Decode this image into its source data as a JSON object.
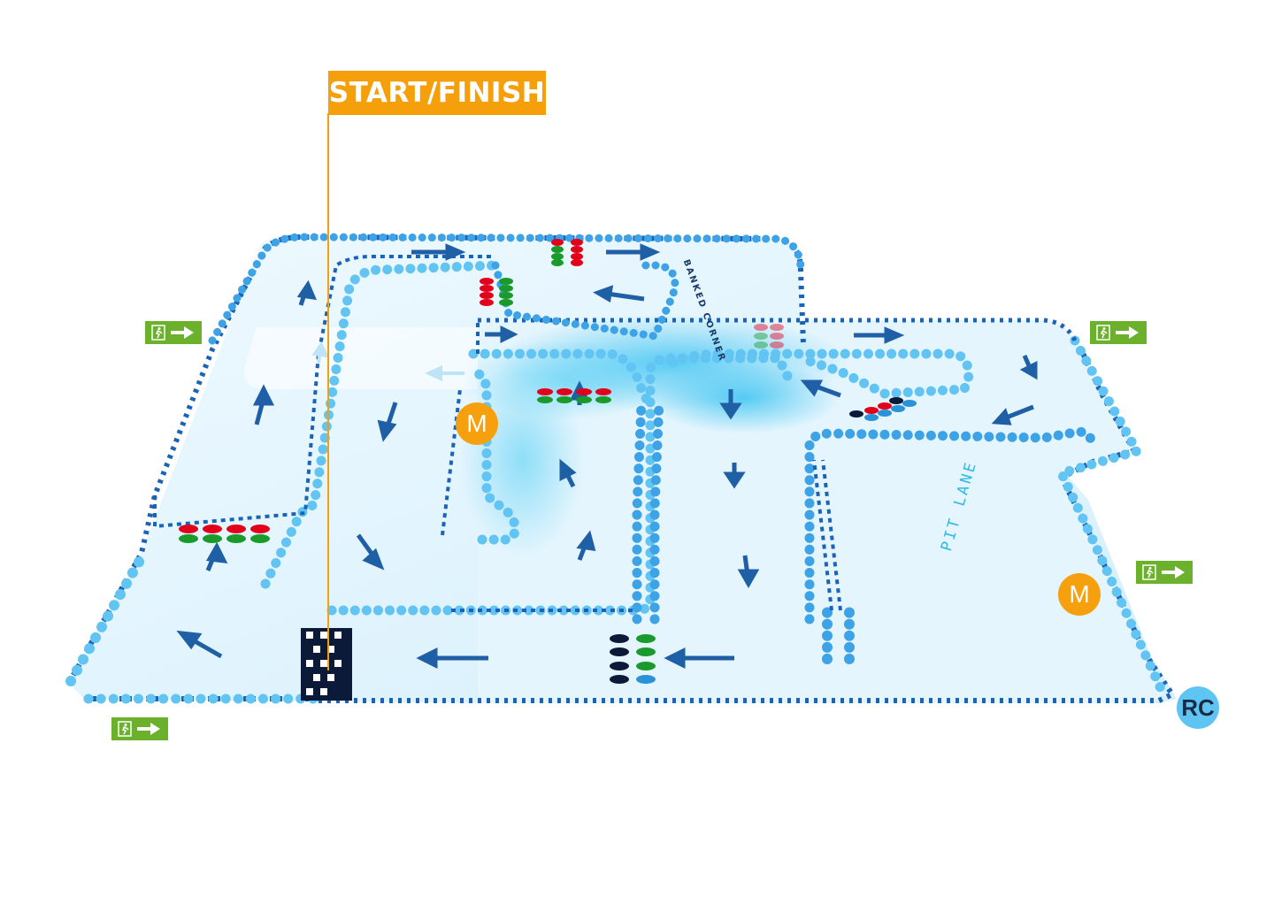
{
  "map": {
    "start_finish_label": "START/FINISH",
    "pit_lane_label": "PIT LANE",
    "banked_corner_label": "BANKED CORNER",
    "marshal_label": "M",
    "race_control_label": "RC",
    "exit_sign_icon": "emergency-exit-icon",
    "colors": {
      "track_surface": "#dff3fd",
      "track_shadow": "#3ec4f2",
      "tire_wall_outer": "#1a63b5",
      "tire_wall_inner": "#62c4f2",
      "arrow": "#1f5fa6",
      "start_finish": "#f5a00a",
      "exit_sign": "#6cb12b",
      "marshal": "#f6a00e",
      "race_control": "#5ec5f2",
      "light_red": "#e3001b",
      "light_green": "#1a9a2a",
      "light_blue": "#2a92d8",
      "light_navy": "#0c1a3a"
    }
  }
}
